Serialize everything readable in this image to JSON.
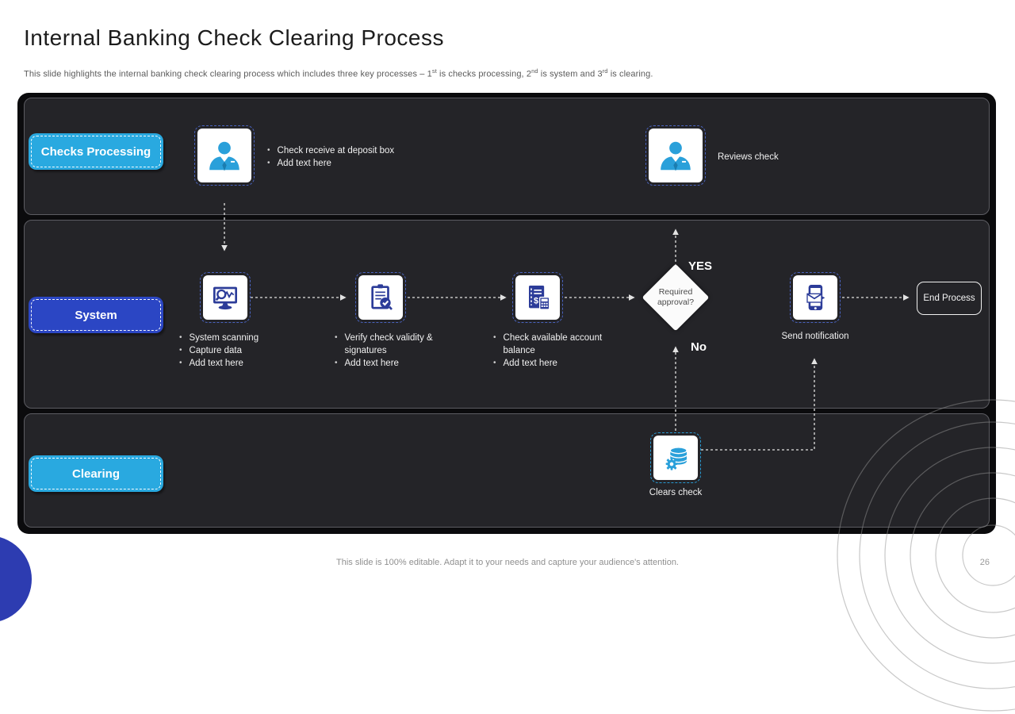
{
  "slide": {
    "title": "Internal Banking Check Clearing Process",
    "subtitle": {
      "p1": "This slide highlights the internal banking check clearing process which includes three key processes – 1",
      "s1": "st",
      "p2": " is checks processing, 2",
      "s2": "nd",
      "p3": " is system and 3",
      "s3": "rd",
      "p4": " is clearing."
    },
    "footer": "This slide is 100% editable. Adapt it to your needs and capture your audience's attention.",
    "page_number": "26"
  },
  "lanes": {
    "checks_processing": {
      "label": "Checks Processing"
    },
    "system": {
      "label": "System"
    },
    "clearing": {
      "label": "Clearing"
    }
  },
  "flow": {
    "deposit": {
      "icon": "businessman-icon",
      "bullets": [
        "Check receive at deposit box",
        "Add text here"
      ]
    },
    "review": {
      "icon": "businessman-icon",
      "label": "Reviews check"
    },
    "scanning": {
      "icon": "monitor-scan-icon",
      "bullets": [
        "System scanning",
        "Capture data",
        "Add text here"
      ]
    },
    "verify": {
      "icon": "clipboard-check-icon",
      "bullets": [
        "Verify check validity & signatures",
        "Add text here"
      ]
    },
    "balance": {
      "icon": "ledger-calculator-icon",
      "bullets": [
        "Check available account balance",
        "Add text here"
      ]
    },
    "decision": {
      "label": "Required approval?",
      "yes": "YES",
      "no": "No"
    },
    "notification": {
      "icon": "phone-message-icon",
      "label": "Send notification"
    },
    "end": {
      "label": "End Process"
    },
    "clears": {
      "icon": "database-gears-icon",
      "label": "Clears check"
    }
  },
  "colors": {
    "accent_cyan": "#29a9e0",
    "accent_royal_blue": "#2b46c4",
    "icon_navy": "#2c3c99",
    "icon_cyan": "#2aa0da",
    "lane_background": "#242428",
    "board_background": "#0b0b0d",
    "ring_top_right": "#1e96d8",
    "ring_bottom_left": "#2d3cb1"
  }
}
